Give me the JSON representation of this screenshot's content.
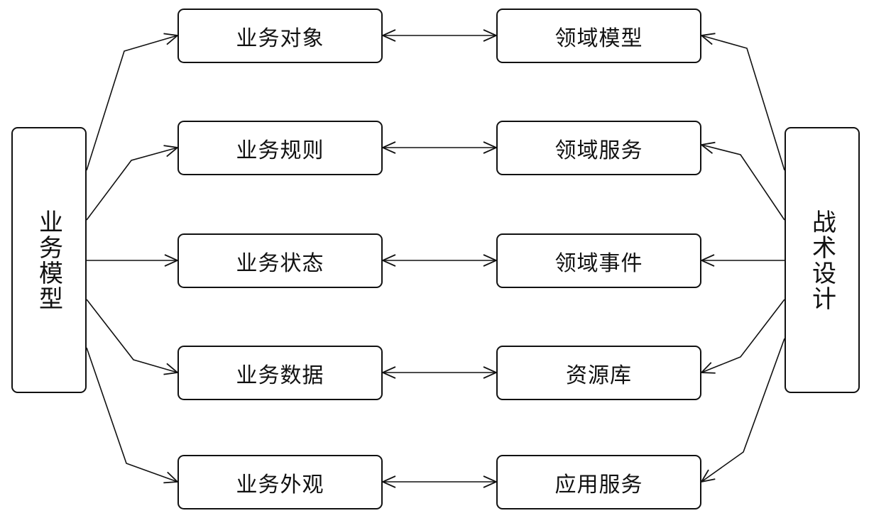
{
  "left": {
    "label": "业务模型"
  },
  "right": {
    "label": "战术设计"
  },
  "business": [
    {
      "label": "业务对象"
    },
    {
      "label": "业务规则"
    },
    {
      "label": "业务状态"
    },
    {
      "label": "业务数据"
    },
    {
      "label": "业务外观"
    }
  ],
  "domain": [
    {
      "label": "领域模型"
    },
    {
      "label": "领域服务"
    },
    {
      "label": "领域事件"
    },
    {
      "label": "资源库"
    },
    {
      "label": "应用服务"
    }
  ]
}
